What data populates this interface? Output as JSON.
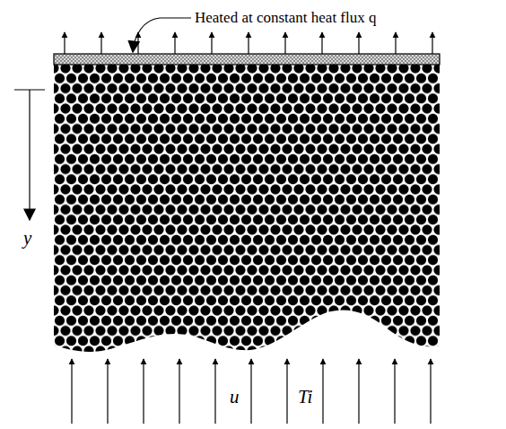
{
  "diagram": {
    "labels": [
      "Heated at constant heat flux q",
      "y",
      "u",
      "Ti"
    ]
  }
}
